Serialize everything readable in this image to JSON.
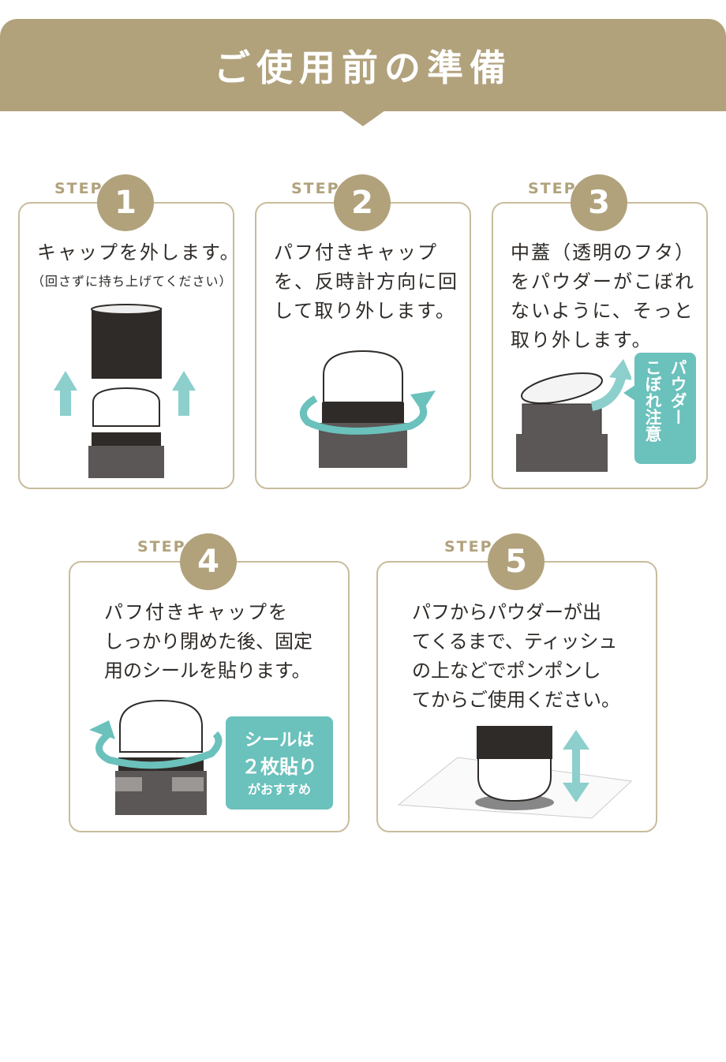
{
  "header": {
    "title": "ご使用前の準備"
  },
  "colors": {
    "accent": "#b1a27c",
    "teal": "#6bc1bc",
    "arrow": "#8ccfcc",
    "dark": "#2f2b28"
  },
  "step_label": "STEP",
  "steps": [
    {
      "number": "1",
      "lines": [
        "キャップを外します。"
      ],
      "sub": "（回さずに持ち上げてください）"
    },
    {
      "number": "2",
      "lines": [
        "パフ付きキャップ",
        "を、反時計方向に回",
        "して取り外します。"
      ]
    },
    {
      "number": "3",
      "lines": [
        "中蓋（透明のフタ）",
        "をパウダーがこぼれ",
        "ないように、そっと",
        "取り外します。"
      ],
      "note": [
        "パウダー",
        "こぼれ注意"
      ]
    },
    {
      "number": "4",
      "lines": [
        "パフ付きキャップを",
        "しっかり閉めた後、固定",
        "用のシールを貼ります。"
      ],
      "note": [
        "シールは",
        "２枚貼り",
        "がおすすめ"
      ]
    },
    {
      "number": "5",
      "lines": [
        "パフからパウダーが出",
        "てくるまで、ティッシュ",
        "の上などでポンポンし",
        "てからご使用ください。"
      ]
    }
  ]
}
